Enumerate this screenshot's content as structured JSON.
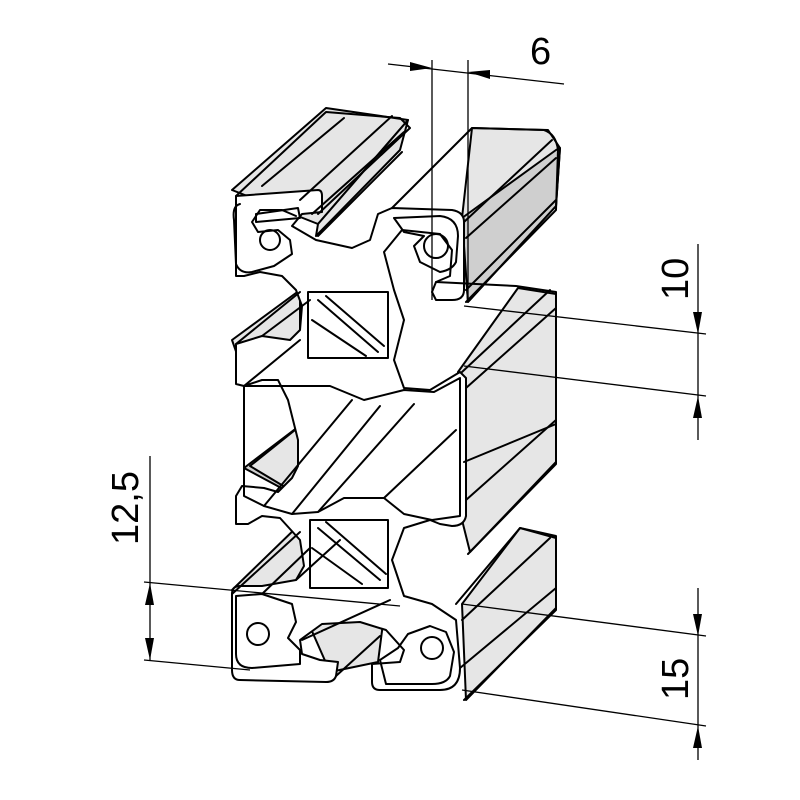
{
  "drawing": {
    "dimensions": {
      "slot_width": "6",
      "slot_depth": "10",
      "pitch_left": "12,5",
      "pitch_right": "15"
    },
    "colors": {
      "line": "#000000",
      "background": "#ffffff",
      "shade": "#e6e6e6"
    }
  }
}
